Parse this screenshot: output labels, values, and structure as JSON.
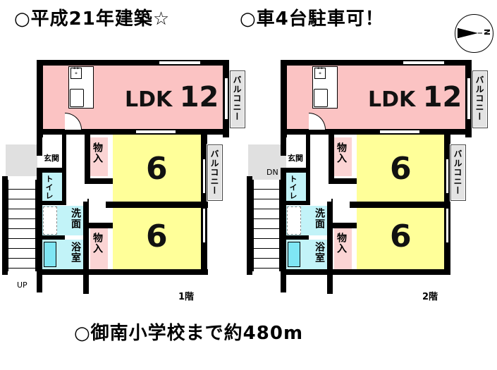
{
  "headings": {
    "built_year": "○平成21年建築☆",
    "parking": "○車4台駐車可！",
    "school": "○御南小学校まで約480m"
  },
  "compass": {
    "icon": "north-arrow-icon",
    "label": "N",
    "direction": "right"
  },
  "floors": [
    {
      "label": "1階",
      "stairs_label": "UP",
      "rooms": {
        "ldk": {
          "name": "LDK",
          "size": "12"
        },
        "bedroom_upper": {
          "size": "6"
        },
        "bedroom_lower": {
          "size": "6"
        },
        "storage_upper": "物入",
        "storage_lower": "物入",
        "entrance": "玄関",
        "toilet": "トイレ",
        "washroom": "洗面",
        "bathroom": "浴室",
        "balcony_top": "バルコニー",
        "balcony_mid": "バルコニー"
      }
    },
    {
      "label": "2階",
      "stairs_label": "DN",
      "rooms": {
        "ldk": {
          "name": "LDK",
          "size": "12"
        },
        "bedroom_upper": {
          "size": "6"
        },
        "bedroom_lower": {
          "size": "6"
        },
        "storage_upper": "物入",
        "storage_lower": "物入",
        "entrance": "玄関",
        "toilet": "トイレ",
        "washroom": "洗面",
        "bathroom": "浴室",
        "balcony_top": "バルコニー",
        "balcony_mid": "バルコニー"
      }
    }
  ],
  "colors": {
    "ldk": "#fbc3c3",
    "bedroom": "#ffff99",
    "wet_area": "#c2f3f8",
    "storage": "#fbd4d4",
    "balcony": "#e0e0e0"
  }
}
